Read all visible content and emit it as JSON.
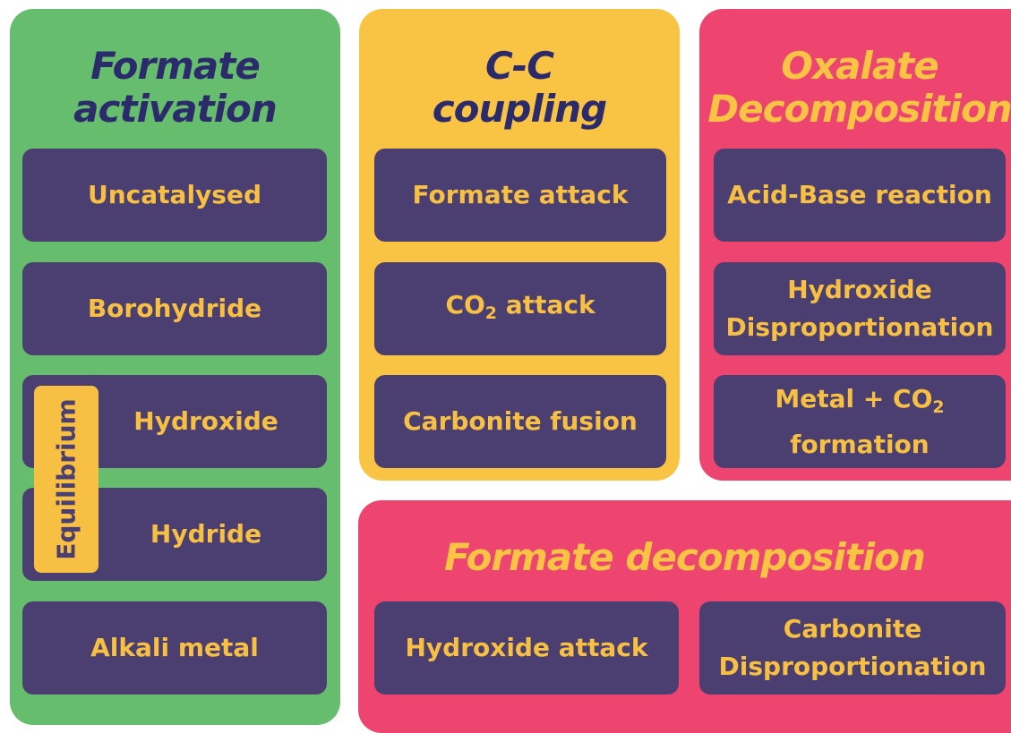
{
  "colors": {
    "formate_activation_bg": "#66bd6e",
    "cc_coupling_bg": "#f9c443",
    "oxalate_bg": "#ee4570",
    "formate_decomposition_bg": "#ee4570",
    "box_bg": "#4b3f72",
    "box_text": "#f7c043",
    "title_dark": "#2b2a6b",
    "title_yellow": "#f9c443"
  },
  "formate_activation": {
    "title_line1": "Formate",
    "title_line2": "activation",
    "items": [
      "Uncatalysed",
      "Borohydride",
      "Hydroxide",
      "Hydride",
      "Alkali metal"
    ],
    "equilibrium_label": "Equilibrium"
  },
  "cc_coupling": {
    "title_line1": "C-C",
    "title_line2": "coupling",
    "item_formate_attack": "Formate attack",
    "co2_prefix": "CO",
    "co2_subscript": "2",
    "co2_suffix": "attack",
    "item_carbonite_fusion": "Carbonite fusion"
  },
  "oxalate_decomposition": {
    "title_line1": "Oxalate",
    "title_line2": "Decomposition",
    "item_acid_base": "Acid-Base reaction",
    "item_hydroxide_line1": "Hydroxide",
    "item_hydroxide_line2": "Disproportionation",
    "metal_prefix": "Metal + CO",
    "metal_subscript": "2",
    "metal_line2": "formation"
  },
  "formate_decomposition": {
    "title": "Formate decomposition",
    "item_hydroxide_attack": "Hydroxide attack",
    "item_carbonite_line1": "Carbonite",
    "item_carbonite_line2": "Disproportionation"
  }
}
